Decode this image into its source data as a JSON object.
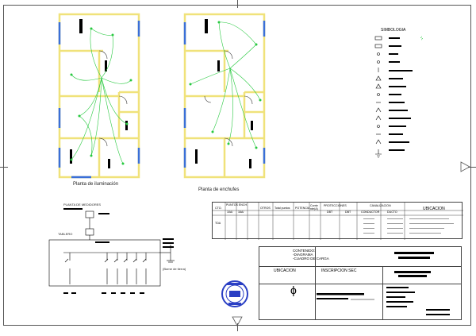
{
  "plans": {
    "lighting_label": "Planta de iluminación",
    "outlets_label": "Planta de enchufes"
  },
  "legend": {
    "title": "SIMBOLOGIA"
  },
  "schematic": {
    "header_label": "PLANTA DE MEDIDORES",
    "section_label": "TABLERO",
    "neutral_label": "(Borne de tierra)"
  },
  "table": {
    "headers": {
      "ctos": "CTO.",
      "enchufes": "PUNTOS ENCH.",
      "enchufes_10": "10A/",
      "enchufes_16": "16A/",
      "otros": "OTROS",
      "total": "Total puntos",
      "potencia": "POTENCIA",
      "corriente": "Corrie nte(A)",
      "protecciones": "PROTECCIONES",
      "proteccion_a": "DBT",
      "proteccion_b": "DBT",
      "canalizacion": "CANALIZACION",
      "conductor": "CONDUCTOR",
      "ducto": "DUCTO",
      "ubicacion": "UBICACION"
    },
    "first_row_label": "TDA"
  },
  "title_block": {
    "lines": [
      "CONTENIDO:",
      "-DIAGRAMA",
      "-CUADRO DE CARGA"
    ],
    "ubicacion_label": "UBICACION",
    "inscripcion_label": "INSCRIPCION SEC"
  },
  "colors": {
    "wall": "#f0e27a",
    "wiring": "#27c93f",
    "window": "#3a6fd8",
    "furniture": "#000000",
    "stamp": "#2a3fc4"
  }
}
